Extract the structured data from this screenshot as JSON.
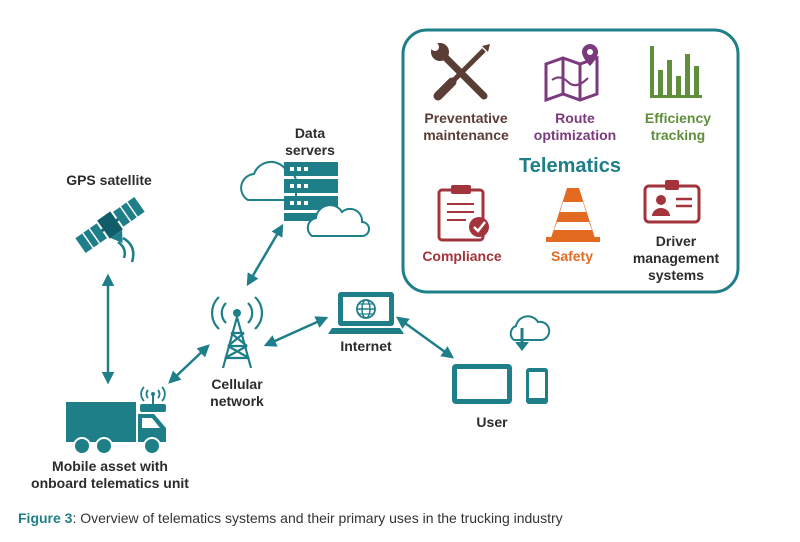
{
  "colors": {
    "teal": "#1e7f88",
    "teal_dark": "#0f5d68",
    "brown": "#5a3d35",
    "purple": "#7c3a7e",
    "green": "#5f8f3a",
    "red": "#a3343c",
    "orange": "#e36a21"
  },
  "nodes": {
    "gps": "GPS satellite",
    "servers_line1": "Data",
    "servers_line2": "servers",
    "cellular_line1": "Cellular",
    "cellular_line2": "network",
    "internet": "Internet",
    "user": "User",
    "truck_line1": "Mobile asset with",
    "truck_line2": "onboard telematics unit"
  },
  "telematics": {
    "title": "Telematics",
    "uses": [
      {
        "line1": "Preventative",
        "line2": "maintenance",
        "icon": "wrench-screwdriver-icon"
      },
      {
        "line1": "Route",
        "line2": "optimization",
        "icon": "map-pin-icon"
      },
      {
        "line1": "Efficiency",
        "line2": "tracking",
        "icon": "bar-chart-icon"
      },
      {
        "line1": "Compliance",
        "icon": "clipboard-check-icon"
      },
      {
        "line1": "Safety",
        "icon": "traffic-cone-icon"
      },
      {
        "line1": "Driver",
        "line2": "management",
        "line3": "systems",
        "icon": "id-badge-icon"
      }
    ]
  },
  "caption": {
    "label": "Figure 3",
    "text": ": Overview of telematics systems and their primary uses in the trucking industry"
  }
}
